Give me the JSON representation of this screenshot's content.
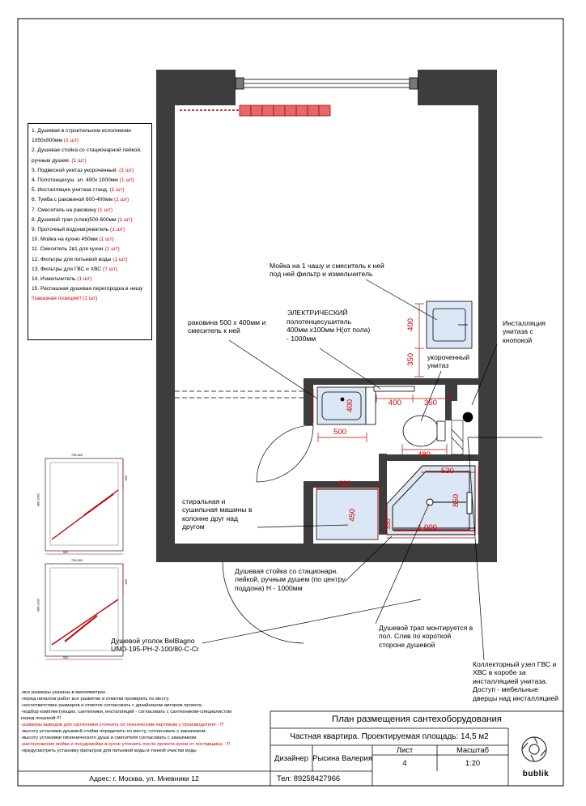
{
  "legend": {
    "items": [
      {
        "text": "1. Душевая в строительном исполнении 1050х800мм",
        "qty": "(1 шт)"
      },
      {
        "text": "2. Душевая стойка со стационарной лейкой, ручным душем.",
        "qty": "(1 шт)"
      },
      {
        "text": "3. Подвесной унитаз укороченный.",
        "qty": "(1 шт)"
      },
      {
        "text": "4. Полотенцесуш. эл. 400х 1000мм",
        "qty": "(1 шт)"
      },
      {
        "text": "5. Инсталляция унитаза станд.",
        "qty": "(1 шт)"
      },
      {
        "text": "6. Тумба с раковиной 600-400мм",
        "qty": "(1 шт)"
      },
      {
        "text": "7. Смеситель на раковину",
        "qty": "(1 шт)"
      },
      {
        "text": "8. Душевой трап (слив)500-600мм",
        "qty": "(1 шт)"
      },
      {
        "text": "9. Проточный водонагреватель",
        "qty": "(1 шт)"
      },
      {
        "text": "10. Мойка на кухню 450мм",
        "qty": "(1 шт)"
      },
      {
        "text": "11. Смеситель 2в1 для кухни",
        "qty": "(1 шт)"
      },
      {
        "text": "12. Фильтры для питьевой воды",
        "qty": "(1 шт)"
      },
      {
        "text": "13. Фильтры для ГВС и ХВС",
        "qty": "(? шт)"
      },
      {
        "text": "14. Измельчитель",
        "qty": "(1 шт)"
      },
      {
        "text": "15. Распашная душевая перегородка в нишу",
        "qty": ""
      },
      {
        "text": "!!заказная позиция!!",
        "qty": "(1 шт)"
      }
    ]
  },
  "labels": {
    "sink_kitchen": "Мойка на 1 чашу и смеситель к ней под ней фильтр и измельчитель",
    "installation": "Инсталляция унитаза с кнопокой",
    "heater_title": "ЭЛЕКТРИЧЕСКИЙ",
    "heater_body": "полотенцесушитель 400мм х100мм Н(от пола) - 1000мм",
    "basin": "раковина 500 х 400мм и смеситель к ней",
    "toilet": "укороченный унитаз",
    "washer": "стиральная и сушильная машины в колонне друг над другом",
    "shower_rack": "Душевая стойка со стационарн. лейкой, ручным душем (по центру поддона) Н - 1000мм",
    "drain": "Душевой трап монтируется в пол. Слив по короткой стороне душевой",
    "corner": "Душевой уголок BelBagno UNO-195-PH-2-100/80-C-Cr",
    "collector": "Коллекторный узел ГВС и ХВС в коробе за инсталляцией унитаза. Доступ - мебельные дверцы над инсталляцией"
  },
  "dims": {
    "d400v": "400",
    "d350v": "350",
    "d400h": "400",
    "d350h": "350",
    "d400basin": "400",
    "d500": "500",
    "d480": "480",
    "d530": "530",
    "d600": "600",
    "d450": "450",
    "d850": "850",
    "d330": "330",
    "d1000": "1 000"
  },
  "small_plan": {
    "top_dim_a": "795-800",
    "top_dim_b": "795-800",
    "side_dim_a": "985-1000",
    "side_dim_b": "985-1000",
    "bottom_dim_a": "520",
    "bottom_dim_b": "520",
    "inner_a": "900",
    "inner_b": "900"
  },
  "notes": [
    {
      "text": "-все размеры указаны в миллиметрах.",
      "red": false
    },
    {
      "text": "-перед началом работ все разметки и отметки проверить по месту.",
      "red": false
    },
    {
      "text": "-несоответствие размеров и отметок согласовать с дизайнером-автором проекта.",
      "red": false
    },
    {
      "text": "-подбор комплектующих, сантехники, инсталляций - согласовать с сантехником-специалистом",
      "red": false
    },
    {
      "text": "перед покупкой-!!!",
      "red": false
    },
    {
      "text": "-размеры выводов для сантехники уточнить по техническим чертежам у производителя - !!!",
      "red": true
    },
    {
      "text": "-высоту установки душевой стойки определить по месту, согласовать с заказчиком.",
      "red": false
    },
    {
      "text": "-высоту установки гигиенического душа и смесителя согласовать с заказчиком.",
      "red": false
    },
    {
      "text": "-расположение мойки и посудомойки в кухне уточнить после проекта кухни от поставщика - !!!",
      "red": true
    },
    {
      "text": "-предусмотреть установку фильтров для питьевой воды и тонкой очистки воды",
      "red": false
    }
  ],
  "address": "Адрес: г. Москва, ул. Мневники 12",
  "stamp": {
    "title": "План размещения сантехоборудования",
    "subtitle": "Частная квартира. Проектируемая площадь: 14,5 м2",
    "designer_label": "Дизайнер",
    "designer_name": "Рысина Валерия",
    "sheet_label": "Лист",
    "sheet_value": "4",
    "scale_label": "Масштаб",
    "scale_value": "1:20",
    "phone": "Тел: 89258427966",
    "logo": "bublik"
  }
}
